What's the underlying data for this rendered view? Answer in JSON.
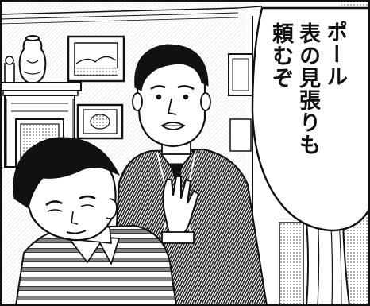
{
  "speech_bubble": {
    "lines": [
      "ポール",
      "表の見張りも",
      "頼むぞ"
    ]
  },
  "colors": {
    "ink": "#111111",
    "paper": "#ffffff",
    "screentone": "#9a9a9a"
  }
}
